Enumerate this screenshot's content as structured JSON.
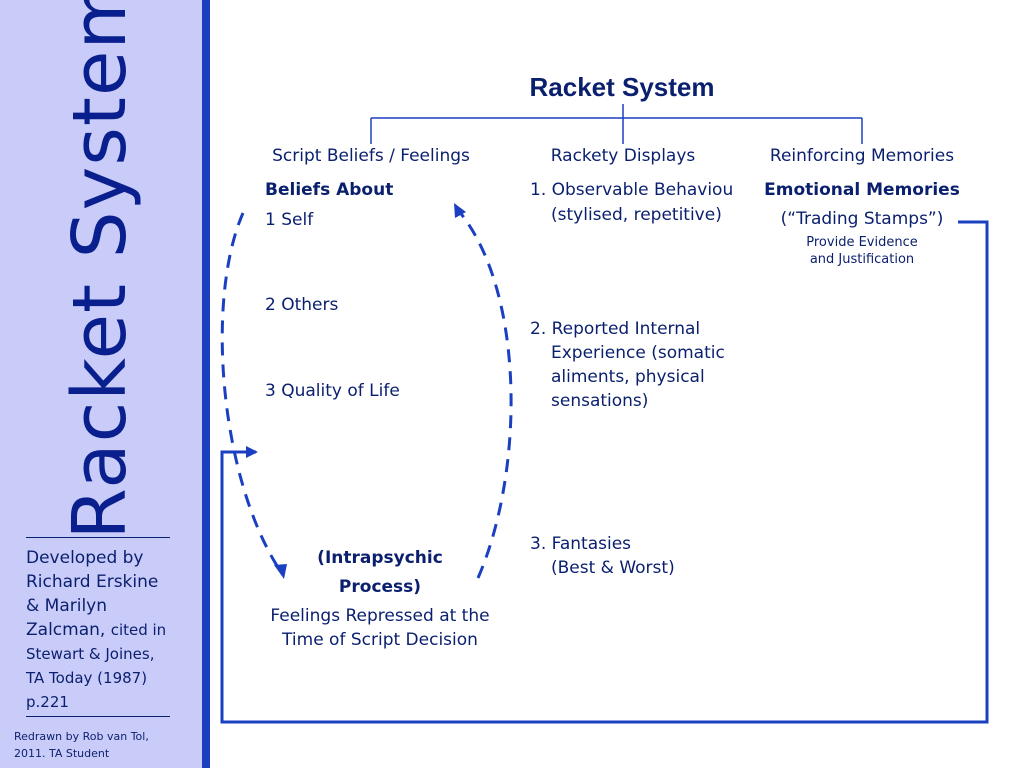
{
  "sidebar": {
    "vertical_title": "Racket System",
    "credit_line1": "Developed by",
    "credit_line2": "Richard Erskine",
    "credit_line3": "& Marilyn",
    "credit_line4_main": "Zalcman,",
    "credit_line4_small": "cited in",
    "credit_line5": "Stewart & Joines,",
    "credit_line6": "TA Today (1987)",
    "credit_line7": "p.221",
    "redrawn_line1": "Redrawn by Rob van Tol,",
    "redrawn_line2": "2011. TA Student"
  },
  "diagram": {
    "title": "Racket System",
    "col1": {
      "header": "Script Beliefs / Feelings",
      "beliefs_heading": "Beliefs About",
      "items": [
        "1 Self",
        "2 Others",
        "3 Quality of Life"
      ],
      "intrapsychic_line1": "(Intrapsychic",
      "intrapsychic_line2": "Process)",
      "feelings_line1": "Feelings Repressed at the",
      "feelings_line2": "Time of Script Decision"
    },
    "col2": {
      "header": "Rackety Displays",
      "item1_line1": "1. Observable Behaviou",
      "item1_line2": "(stylised, repetitive)",
      "item2_line1": "2. Reported Internal",
      "item2_line2": "Experience (somatic",
      "item2_line3": "aliments, physical",
      "item2_line4": "sensations)",
      "item3_line1": "3. Fantasies",
      "item3_line2": "(Best & Worst)"
    },
    "col3": {
      "header": "Reinforcing Memories",
      "heading": "Emotional Memories",
      "trading": "(“Trading Stamps”)",
      "note_line1": "Provide Evidence",
      "note_line2": "and Justification"
    },
    "colors": {
      "line": "#1a3fc0",
      "text": "#0a1f6e",
      "sidebar_bg": "#c9ccf8"
    }
  }
}
